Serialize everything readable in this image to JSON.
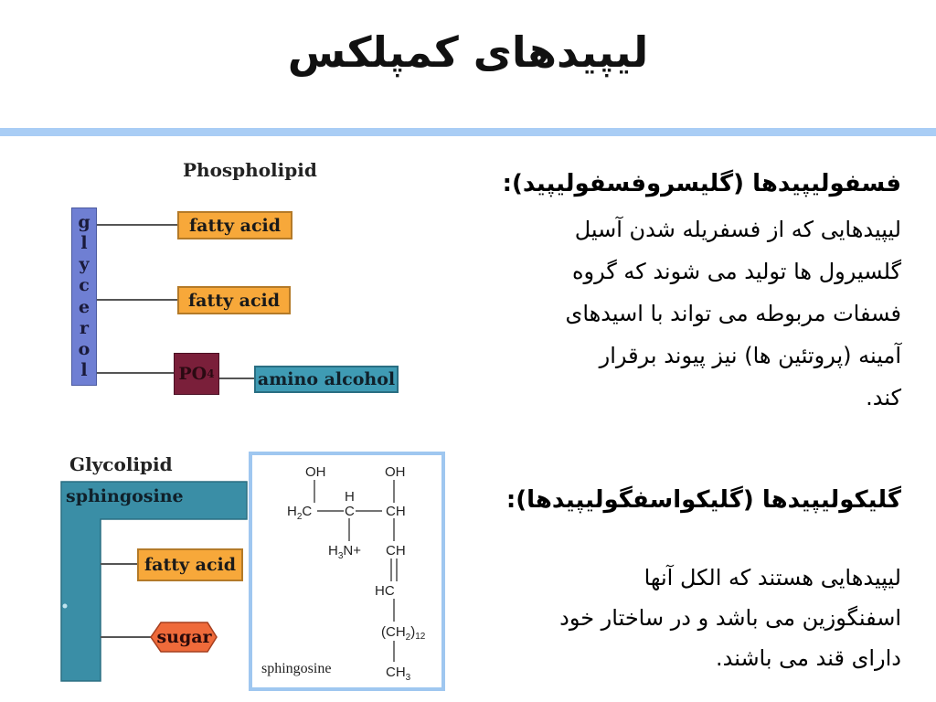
{
  "slide": {
    "title": "لیپیدهای کمپلکس"
  },
  "text": {
    "phospho_heading": "فسفولیپیدها (گلیسروفسفولیپید):",
    "phospho_lines": [
      "لیپیدهایی که از فسفریله شدن آسیل",
      "گلسیرول ها تولید می شوند که گروه",
      "فسفات مربوطه می تواند با اسیدهای",
      "آمینه (پروتئین ها) نیز پیوند برقرار",
      "کند."
    ],
    "glyco_heading": "گلیکولیپیدها (گلیکواسفگولیپیدها):",
    "glyco_lines": [
      "لیپیدهایی هستند که الکل آنها",
      "اسفنگوزین می باشد و در ساختار خود",
      "دارای قند می باشند."
    ]
  },
  "phospholipid_diagram": {
    "label": "Phospholipid",
    "backbone_letters": [
      "g",
      "l",
      "y",
      "c",
      "e",
      "r",
      "o",
      "l"
    ],
    "fatty_acid_1": "fatty acid",
    "fatty_acid_2": "fatty acid",
    "phosphate": "PO",
    "phosphate_sub": "4",
    "amino_alcohol": "amino alcohol"
  },
  "glycolipid_diagram": {
    "label": "Glycolipid",
    "sphingosine": "sphingosine",
    "fatty_acid": "fatty acid",
    "sugar": "sugar"
  },
  "sphingosine_structure": {
    "oh_left": "OH",
    "oh_right": "OH",
    "h": "H",
    "h2c": "H",
    "h2c_sub": "2",
    "h2c_c": "C",
    "c_center": "C",
    "ch_right": "CH",
    "h3n": "H",
    "h3n_sub": "3",
    "h3n_n": "N+",
    "ch_mid": "CH",
    "hc": "HC",
    "ch2_open": "(CH",
    "ch2_sub": "2",
    "ch2_close": ")",
    "ch2_count": "12",
    "ch3": "CH",
    "ch3_sub": "3",
    "caption": "sphingosine"
  },
  "colors": {
    "rule": "#a9cdf5",
    "fatty_acid": "#f7a83a",
    "glycerol": "#6f7fd3",
    "phosphate": "#7a1f3a",
    "amino_alcohol": "#3f9bb4",
    "sphingosine": "#3a8ea6",
    "sugar": "#ef6a3a"
  }
}
